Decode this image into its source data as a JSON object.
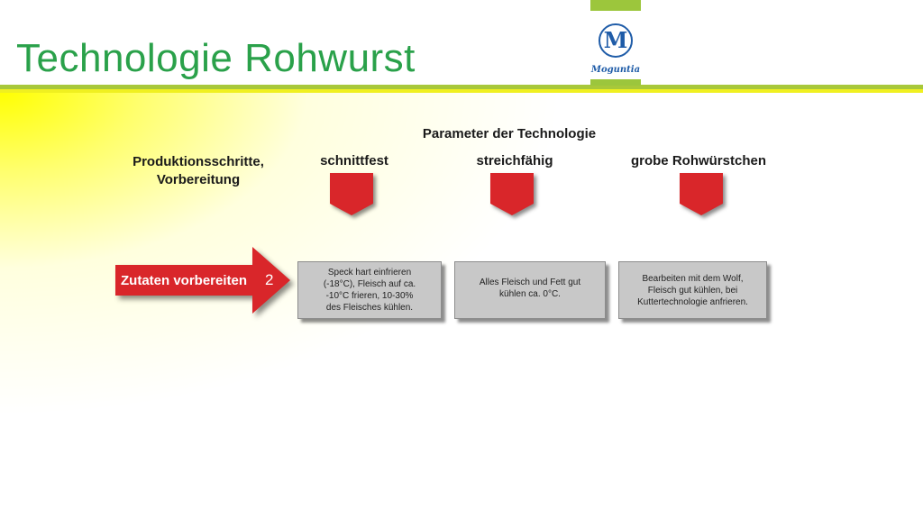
{
  "slide": {
    "title": "Technologie Rohwurst"
  },
  "logo": {
    "brand": "Moguntia",
    "monogram": "M"
  },
  "diagram": {
    "parameter_heading": "Parameter der Technologie",
    "steps_heading": "Produktionsschritte,\nVorbereitung",
    "columns": [
      {
        "label": "schnittfest"
      },
      {
        "label": "streichfähig"
      },
      {
        "label": "grobe Rohwürstchen"
      }
    ],
    "step": {
      "label": "Zutaten vorbereiten",
      "number": "2"
    },
    "cells": [
      "Speck hart einfrieren\n(-18°C), Fleisch auf ca.\n-10°C frieren, 10-30%\ndes Fleisches kühlen.",
      "Alles Fleisch und Fett gut\nkühlen ca. 0°C.",
      "Bearbeiten mit dem Wolf,\nFleisch gut kühlen, bei\nKuttertechnologie anfrieren."
    ]
  },
  "colors": {
    "title_green": "#2aa14a",
    "accent_red": "#d9262a",
    "cell_gray": "#c8c8c8",
    "highlight_yellow": "#ffff00"
  }
}
